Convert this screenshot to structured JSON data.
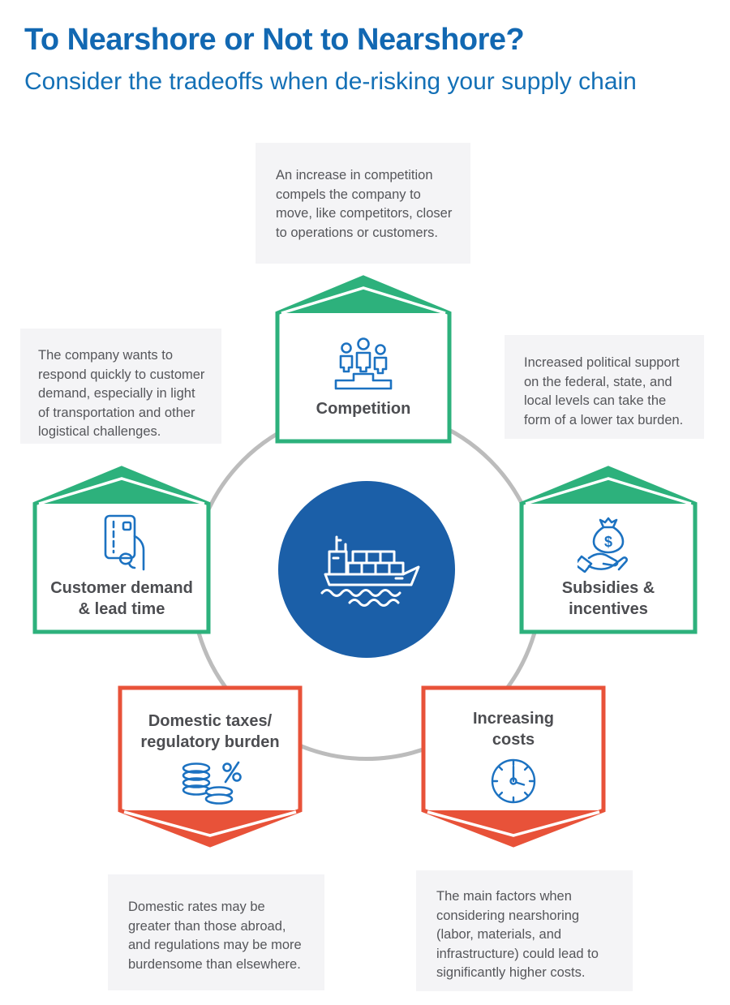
{
  "header": {
    "title": "To Nearshore or Not to Nearshore?",
    "subtitle": "Consider the tradeoffs when de-risking your supply chain"
  },
  "center": {
    "icon": "cargo-ship"
  },
  "factors": {
    "competition": {
      "label": "Competition",
      "trend": "up",
      "icon": "podium-people",
      "description": "An increase in competition\ncompels the company to\nmove, like competitors, closer\nto operations or customers."
    },
    "customer_demand": {
      "label": "Customer demand\n& lead time",
      "trend": "up",
      "icon": "card-in-hand",
      "description": "The company wants to\nrespond quickly to customer\ndemand, especially in light\nof transportation and other\nlogistical challenges."
    },
    "subsidies": {
      "label": "Subsidies &\nincentives",
      "trend": "up",
      "icon": "money-bag-hand",
      "description": "Increased political support\non the federal, state, and\nlocal levels can take the\nform of a lower tax burden."
    },
    "domestic_taxes": {
      "label": "Domestic taxes/\nregulatory burden",
      "trend": "down",
      "icon": "coins-percent",
      "description": "Domestic rates may be\ngreater than those abroad,\nand regulations may be more\nburdensome than elsewhere."
    },
    "increasing_costs": {
      "label": "Increasing\ncosts",
      "trend": "down",
      "icon": "clock",
      "description": "The main factors when\nconsidering nearshoring\n(labor, materials, and\ninfrastructure) could lead to\nsignificantly higher costs."
    }
  },
  "colors": {
    "accent_blue": "#1268b2",
    "positive_green": "#2db17c",
    "negative_red": "#e85239",
    "icon_blue": "#1c72c1",
    "center_blue": "#1b5fa8"
  }
}
